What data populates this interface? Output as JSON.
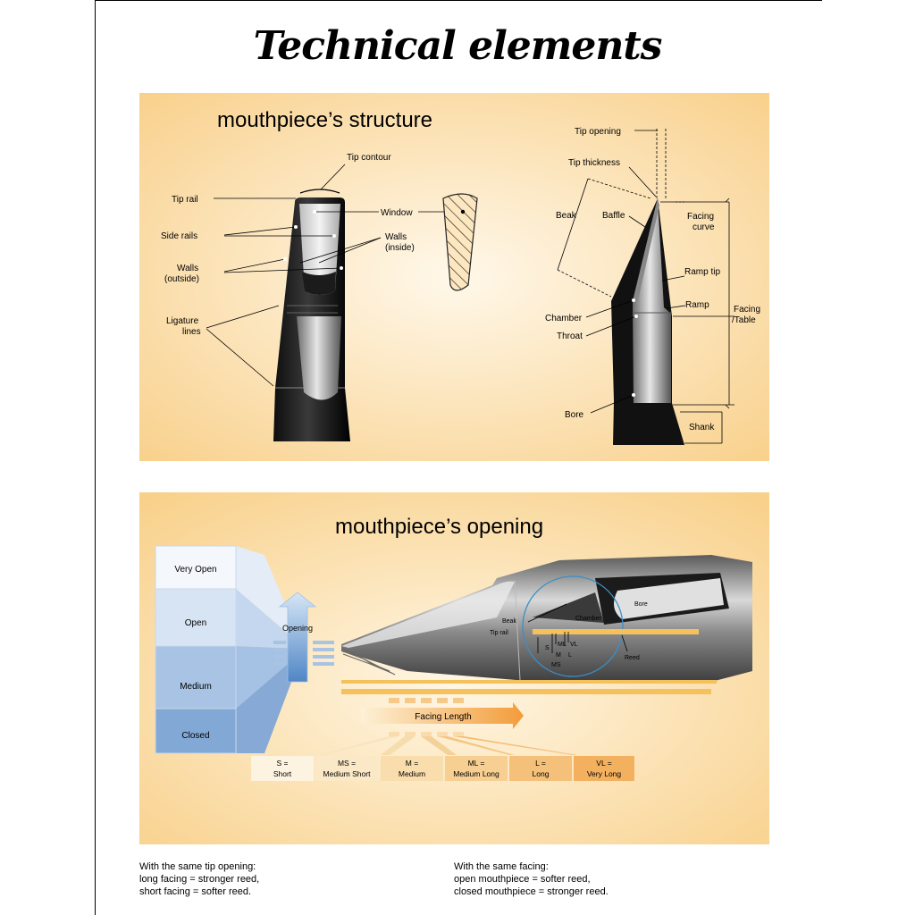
{
  "page_title": "Technical elements",
  "structure_panel": {
    "title": "mouthpiece’s structure",
    "front_labels": {
      "tip_contour": "Tip contour",
      "tip_rail": "Tip rail",
      "window": "Window",
      "side_rails": "Side rails",
      "walls_inside_1": "Walls",
      "walls_inside_2": "(inside)",
      "walls_outside_1": "Walls",
      "walls_outside_2": "(outside)",
      "ligature_lines_1": "Ligature",
      "ligature_lines_2": "lines"
    },
    "side_labels": {
      "tip_opening": "Tip opening",
      "tip_thickness": "Tip thickness",
      "beak": "Beak",
      "baffle": "Baffle",
      "facing_curve_1": "Facing",
      "facing_curve_2": "curve",
      "ramp_tip": "Ramp tip",
      "ramp": "Ramp",
      "chamber": "Chamber",
      "throat": "Throat",
      "facing_table_1": "Facing",
      "facing_table_2": "/Table",
      "bore": "Bore",
      "shank": "Shank"
    }
  },
  "opening_panel": {
    "title": "mouthpiece’s opening",
    "levels": [
      "Very Open",
      "Open",
      "Medium",
      "Closed"
    ],
    "opening_arrow_label": "Opening",
    "facing_length_label": "Facing Length",
    "diagram_labels": {
      "beak": "Beak",
      "chamber": "Chamber",
      "bore": "Bore",
      "tip_rail": "Tip rail",
      "reed": "Reed",
      "s": "S",
      "ml": "ML",
      "vl": "VL",
      "m": "M",
      "l": "L",
      "ms": "MS"
    },
    "facing_lengths": [
      {
        "code": "S =",
        "name": "Short"
      },
      {
        "code": "MS =",
        "name": "Medium Short"
      },
      {
        "code": "M =",
        "name": "Medium"
      },
      {
        "code": "ML =",
        "name": "Medium Long"
      },
      {
        "code": "L =",
        "name": "Long"
      },
      {
        "code": "VL =",
        "name": "Very Long"
      }
    ]
  },
  "captions": {
    "left": {
      "line1": "With the same tip opening:",
      "line2": "long facing = stronger reed,",
      "line3": "short facing = softer reed."
    },
    "right": {
      "line1": "With the same facing:",
      "line2": "open mouthpiece = softer reed,",
      "line3": "closed mouthpiece = stronger reed."
    }
  },
  "colors": {
    "panel_light": "#fef2dc",
    "panel_dark": "#f8d08a",
    "mouthpiece_dark": "#1c1c1c",
    "level_blue": "#7ea6d3",
    "facing_orange": "#f4b35f",
    "reed_yellow": "#f4c15c"
  }
}
